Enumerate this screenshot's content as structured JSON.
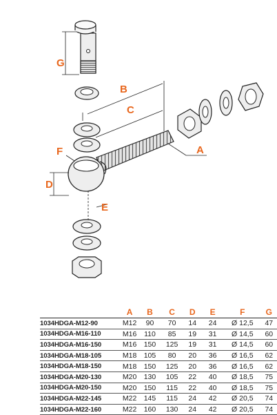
{
  "drawing": {
    "accent_color": "#e8661c",
    "dimension_labels": {
      "A": "A",
      "B": "B",
      "C": "C",
      "D": "D",
      "E": "E",
      "F": "F",
      "G": "G"
    }
  },
  "table": {
    "headers": [
      "",
      "A",
      "B",
      "C",
      "D",
      "E",
      "F",
      "G"
    ],
    "rows": [
      [
        "1034HDGA-M12-90",
        "M12",
        "90",
        "70",
        "14",
        "24",
        "Ø 12,5",
        "47"
      ],
      [
        "1034HDGA-M16-110",
        "M16",
        "110",
        "85",
        "19",
        "31",
        "Ø 14,5",
        "60"
      ],
      [
        "1034HDGA-M16-150",
        "M16",
        "150",
        "125",
        "19",
        "31",
        "Ø 14,5",
        "60"
      ],
      [
        "1034HDGA-M18-105",
        "M18",
        "105",
        "80",
        "20",
        "36",
        "Ø 16,5",
        "62"
      ],
      [
        "1034HDGA-M18-150",
        "M18",
        "150",
        "125",
        "20",
        "36",
        "Ø 16,5",
        "62"
      ],
      [
        "1034HDGA-M20-130",
        "M20",
        "130",
        "105",
        "22",
        "40",
        "Ø 18,5",
        "75"
      ],
      [
        "1034HDGA-M20-150",
        "M20",
        "150",
        "115",
        "22",
        "40",
        "Ø 18,5",
        "75"
      ],
      [
        "1034HDGA-M22-145",
        "M22",
        "145",
        "115",
        "24",
        "42",
        "Ø 20,5",
        "74"
      ],
      [
        "1034HDGA-M22-160",
        "M22",
        "160",
        "130",
        "24",
        "42",
        "Ø 20,5",
        "74"
      ]
    ]
  }
}
